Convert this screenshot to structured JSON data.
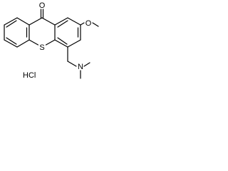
{
  "molecule": {
    "atoms": {
      "carbonyl_oxygen": "O",
      "ring_sulfur": "S",
      "ether_oxygen": "O",
      "amine_nitrogen": "N"
    },
    "salt": "HCl"
  }
}
